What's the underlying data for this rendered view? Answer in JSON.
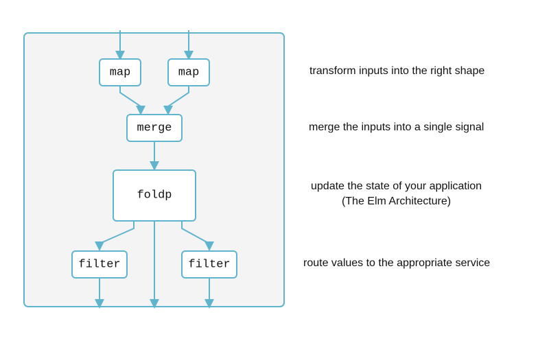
{
  "nodes": {
    "map_left": "map",
    "map_right": "map",
    "merge": "merge",
    "foldp": "foldp",
    "filter_left": "filter",
    "filter_right": "filter"
  },
  "annotations": {
    "transform": "transform inputs into the right shape",
    "merge": "merge the inputs into a single signal",
    "update_line1": "update the state of your application",
    "update_line2": "(The Elm Architecture)",
    "route": "route values to the appropriate service"
  },
  "colors": {
    "accent": "#5fb4ce",
    "container_fill": "#f4f4f5",
    "node_fill": "#ffffff",
    "text": "#111111"
  }
}
